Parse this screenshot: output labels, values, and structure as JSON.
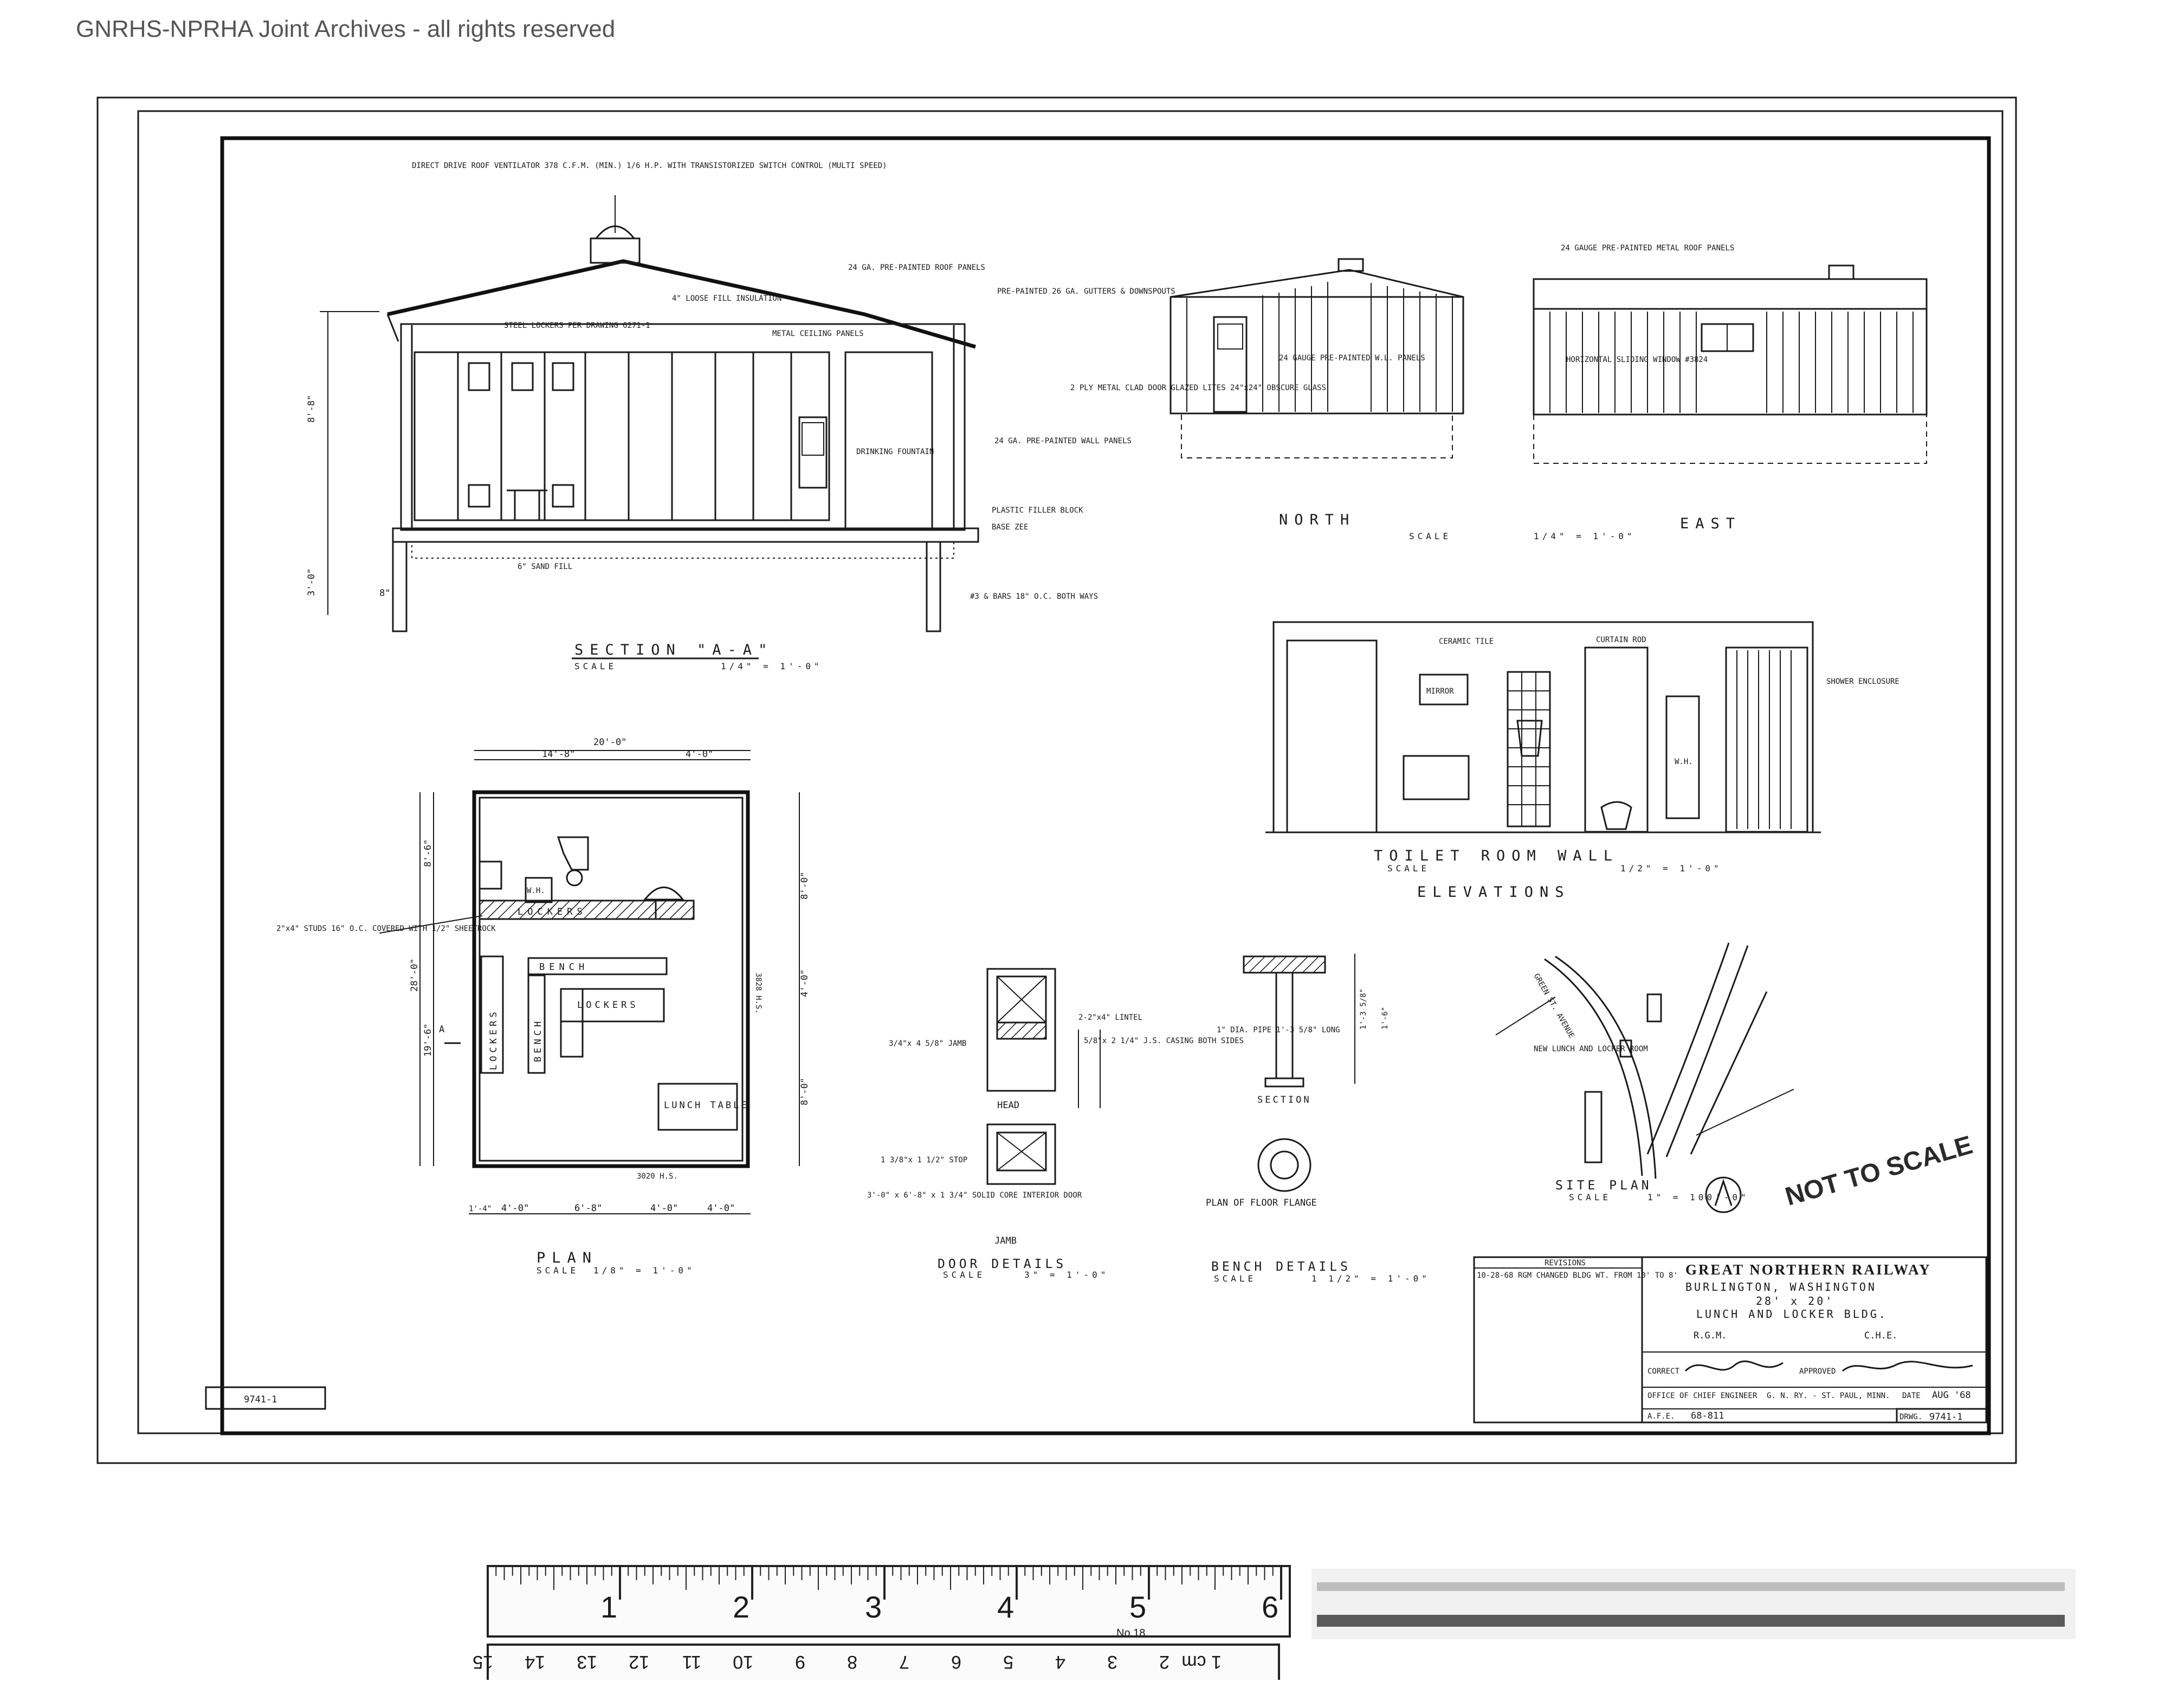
{
  "watermark": "GNRHS-NPRHA Joint Archives - all rights reserved",
  "section_aa": {
    "title": "SECTION \"A-A\"",
    "scale_label": "SCALE",
    "scale": "1/4\" = 1'-0\"",
    "notes": [
      "DIRECT DRIVE ROOF VENTILATOR 378 C.F.M. (MIN.) 1/6 H.P. WITH TRANSISTORIZED SWITCH CONTROL (MULTI SPEED)",
      "24 GA. PRE-PAINTED ROOF PANELS",
      "PRE-PAINTED 26 GA. GUTTERS & DOWNSPOUTS",
      "4\" LOOSE FILL INSULATION",
      "STEEL LOCKERS PER DRAWING 6271-1",
      "METAL CEILING PANELS",
      "24 GA. PRE-PAINTED WALL PANELS",
      "DRINKING FOUNTAIN",
      "PLASTIC FILLER BLOCK",
      "BASE ZEE",
      "6\" SAND FILL",
      "#3 & BARS 18\" O.C. BOTH WAYS"
    ],
    "dims": [
      "8'-8\"",
      "3'-0\"",
      "8\""
    ]
  },
  "elevations_top": {
    "north_label": "NORTH",
    "east_label": "EAST",
    "scale_label": "SCALE",
    "scale": "1/4\" = 1'-0\"",
    "notes": [
      "24 GAUGE PRE-PAINTED METAL ROOF PANELS",
      "2 PLY METAL CLAD DOOR GLAZED LITES 24\"x24\" OBSCURE GLASS",
      "24 GAUGE PRE-PAINTED W.L. PANELS",
      "HORIZONTAL SLIDING WINDOW #3824"
    ]
  },
  "toilet_room": {
    "title": "TOILET ROOM WALL",
    "subtitle": "ELEVATIONS",
    "scale_label": "SCALE",
    "scale": "1/2\" = 1'-0\"",
    "notes": [
      "CERAMIC TILE",
      "CURTAIN ROD",
      "SHOWER ENCLOSURE",
      "MIRROR",
      "W.H."
    ]
  },
  "plan": {
    "title": "PLAN",
    "scale_label": "SCALE",
    "scale": "1/8\" = 1'-0\"",
    "dims": [
      "20'-0\"",
      "14'-8\"",
      "4'-0\"",
      "28'-0\"",
      "8'-6\"",
      "19'-6\"",
      "8'-0\"",
      "4'-0\"",
      "8'-0\"",
      "1'-4\"",
      "4'-0\"",
      "6'-8\"",
      "4'-0\"",
      "4'-0\""
    ],
    "notes": [
      "2\"x4\" STUDS 16\" O.C. COVERED WITH 1/2\" SHEETROCK",
      "LOCKERS",
      "BENCH",
      "LOCKERS",
      "BENCH",
      "LOCKERS",
      "LUNCH TABLE",
      "W.H.",
      "3020 H.S.",
      "3828 H.S.",
      "A"
    ]
  },
  "door_details": {
    "title": "DOOR DETAILS",
    "scale_label": "SCALE",
    "scale": "3\" = 1'-0\"",
    "notes": [
      "2-2\"x4\" LINTEL",
      "5/8\"x 2 1/4\" J.S. CASING BOTH SIDES",
      "3/4\"x 4 5/8\" JAMB",
      "HEAD",
      "1 3/8\"x 1 1/2\" STOP",
      "3'-0\" x 6'-8\" x 1 3/4\" SOLID CORE INTERIOR DOOR",
      "JAMB"
    ]
  },
  "bench_details": {
    "title": "BENCH DETAILS",
    "scale_label": "SCALE",
    "scale": "1 1/2\" = 1'-0\"",
    "section_label": "SECTION",
    "flange_label": "PLAN OF FLOOR FLANGE",
    "notes": [
      "1\" DIA. PIPE 1'-3 5/8\" LONG",
      "1'-6\"",
      "1'-3 5/8\""
    ]
  },
  "site_plan": {
    "title": "SITE PLAN",
    "scale_label": "SCALE",
    "scale": "1\" = 100'-0\"",
    "stamp": "NOT TO SCALE",
    "notes": [
      "NEW LUNCH AND LOCKER ROOM",
      "GREEN ST. AVENUE"
    ]
  },
  "title_block": {
    "revision_header": "REVISIONS",
    "revision_note": "10-28-68 RGM CHANGED BLDG WT. FROM 10' TO 8'",
    "company": "GREAT NORTHERN RAILWAY",
    "location": "BURLINGTON, WASHINGTON",
    "size": "28' x 20'",
    "description": "LUNCH AND LOCKER BLDG.",
    "drawn_by": "R.G.M.",
    "checked_by": "C.H.E.",
    "office": "OFFICE OF CHIEF ENGINEER",
    "place": "G. N. RY. - ST. PAUL, MINN.",
    "date_label": "DATE",
    "date": "AUG '68",
    "afe_label": "A.F.E.",
    "afe": "68-811",
    "drwg_label": "DRWG.",
    "drwg_no": "9741-1",
    "correct_label": "CORRECT",
    "approved_label": "APPROVED"
  },
  "drawing_no_corner": "9741-1",
  "ruler": {
    "inch_labels": [
      "1",
      "2",
      "3",
      "4",
      "5",
      "6"
    ],
    "cm_labels": [
      "1 cm",
      "2",
      "3",
      "4",
      "5",
      "6",
      "7",
      "8",
      "9",
      "10",
      "11",
      "12",
      "13",
      "14",
      "15"
    ],
    "model": "No.18"
  }
}
